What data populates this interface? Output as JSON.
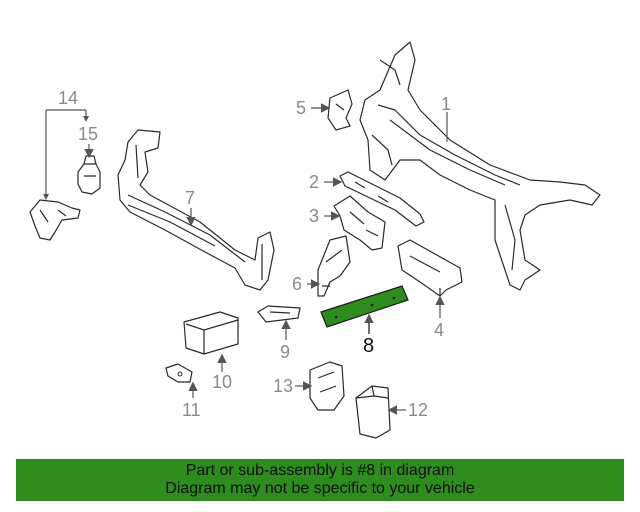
{
  "labels": {
    "l1": "1",
    "l2": "2",
    "l3": "3",
    "l4": "4",
    "l5": "5",
    "l6": "6",
    "l7": "7",
    "l8": "8",
    "l9": "9",
    "l10": "10",
    "l11": "11",
    "l12": "12",
    "l13": "13",
    "l14": "14",
    "l15": "15"
  },
  "highlight_color": "#2e8b1e",
  "banner": {
    "line1": "Part or sub-assembly is #8 in diagram",
    "line2": "Diagram may not be specific to your vehicle"
  }
}
